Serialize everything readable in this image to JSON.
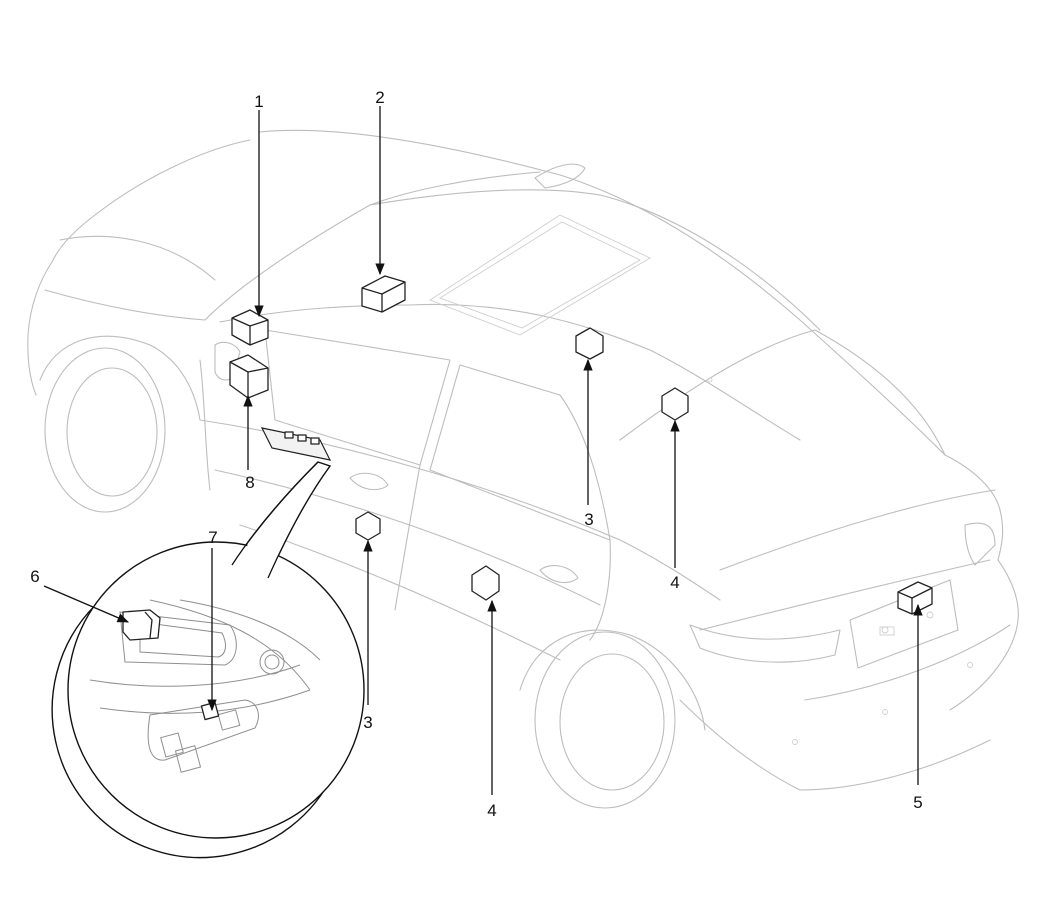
{
  "callouts": {
    "c1": "1",
    "c2": "2",
    "c3a": "3",
    "c3b": "3",
    "c4a": "4",
    "c4b": "4",
    "c5": "5",
    "c6": "6",
    "c7": "7",
    "c8": "8"
  },
  "colors": {
    "line_art": "#bdbdbd",
    "leader": "#111111",
    "background": "#ffffff"
  }
}
